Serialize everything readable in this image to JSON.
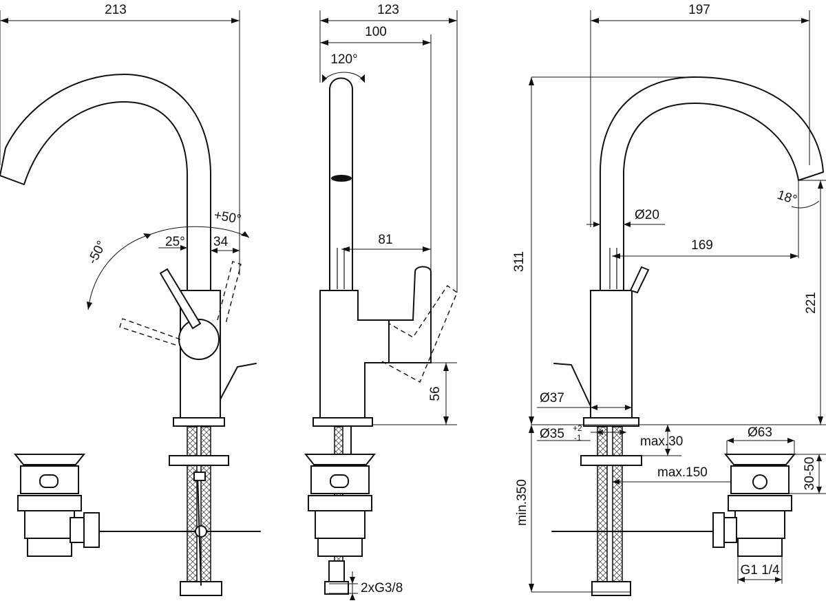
{
  "views": {
    "front": {
      "width_total": "213",
      "lever_offset": "34",
      "angle_lever_small": "25°",
      "angle_pos": "+50°",
      "angle_neg": "-50°"
    },
    "side": {
      "width_total": "123",
      "width_spout": "100",
      "spout_rotation": "120°",
      "handle_reach": "81",
      "body_height": "56",
      "connection": "2xG3/8"
    },
    "right": {
      "width_total": "197",
      "height_total": "311",
      "spout_height": "221",
      "spout_reach": "169",
      "spout_angle": "18°",
      "spout_diameter": "Ø20",
      "body_diameter": "Ø37",
      "hole_diameter": "Ø35",
      "hole_tol_upper": "+2",
      "hole_tol_lower": "-1",
      "deck_max": "max.30",
      "pop_up_max": "max.150",
      "min_length": "min.350",
      "waste_diameter": "Ø63",
      "waste_range": "30-50",
      "waste_thread": "G1 1/4"
    }
  }
}
